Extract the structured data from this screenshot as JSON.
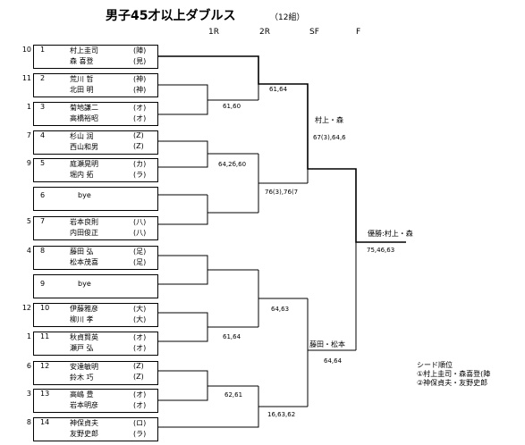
{
  "title": "男子45才以上ダブルス",
  "group": "（12組）",
  "round_headers": [
    "1R",
    "2R",
    "SF",
    "F"
  ],
  "players": [
    {
      "seed": "10",
      "num": "1",
      "names": [
        "村上圭司",
        "森 喜登"
      ],
      "clubs": [
        "(陣)",
        "(見)"
      ]
    },
    {
      "seed": "11",
      "num": "2",
      "names": [
        "荒川 哲",
        "北田 明"
      ],
      "clubs": [
        "(神)",
        "(神)"
      ]
    },
    {
      "seed": "1",
      "num": "3",
      "names": [
        "菊地謙二",
        "高橋裕昭"
      ],
      "clubs": [
        "(オ)",
        "(オ)"
      ]
    },
    {
      "seed": "7",
      "num": "4",
      "names": [
        "杉山 润",
        "西山和男"
      ],
      "clubs": [
        "(Z)",
        "(Z)"
      ]
    },
    {
      "seed": "9",
      "num": "5",
      "names": [
        "庭瀬晃明",
        "堀内 拓"
      ],
      "clubs": [
        "(カ)",
        "(ラ)"
      ]
    },
    {
      "seed": "",
      "num": "6",
      "bye": "bye"
    },
    {
      "seed": "5",
      "num": "7",
      "names": [
        "岩本良則",
        "内田俊正"
      ],
      "clubs": [
        "(八)",
        "(八)"
      ]
    },
    {
      "seed": "4",
      "num": "8",
      "names": [
        "藤田 弘",
        "松本茂喜"
      ],
      "clubs": [
        "(足)",
        "(足)"
      ]
    },
    {
      "seed": "",
      "num": "9",
      "bye": "bye"
    },
    {
      "seed": "12",
      "num": "10",
      "names": [
        "伊藤雅彦",
        "柳川 孝"
      ],
      "clubs": [
        "(大)",
        "(大)"
      ]
    },
    {
      "seed": "1",
      "num": "11",
      "names": [
        "秋貞賢英",
        "瀬戸 弘"
      ],
      "clubs": [
        "(オ)",
        "(オ)"
      ]
    },
    {
      "seed": "6",
      "num": "12",
      "names": [
        "安達敏明",
        "鈴木 巧"
      ],
      "clubs": [
        "(Z)",
        "(Z)"
      ]
    },
    {
      "seed": "3",
      "num": "13",
      "names": [
        "高嶋 豊",
        "岩本明彦"
      ],
      "clubs": [
        "(オ)",
        "(オ)"
      ]
    },
    {
      "seed": "8",
      "num": "14",
      "names": [
        "神保貞夫",
        "友野史郎"
      ],
      "clubs": [
        "(ロ)",
        "(ラ)"
      ]
    }
  ],
  "scores": {
    "r1_top": "61,60",
    "r2_top": "61,64",
    "r1_mid": "64,2б,60",
    "r2_mid": "76(3),76(7",
    "sf_top": "67(3),64,6",
    "r2_low": "64,63",
    "r1_low": "61,64",
    "sf_low": "64,64",
    "r1_bot": "62,61",
    "r2_bot": "16,63,62",
    "final": "75,46,63"
  },
  "winners": {
    "sf_top": "村上・森",
    "sf_low": "藤田・松本",
    "champion": "優勝:村上・森"
  },
  "seed_order": {
    "title": "シード順位",
    "items": [
      "①村上圭司・森喜登(陣",
      "②神保貞夫・友野史郎"
    ]
  }
}
